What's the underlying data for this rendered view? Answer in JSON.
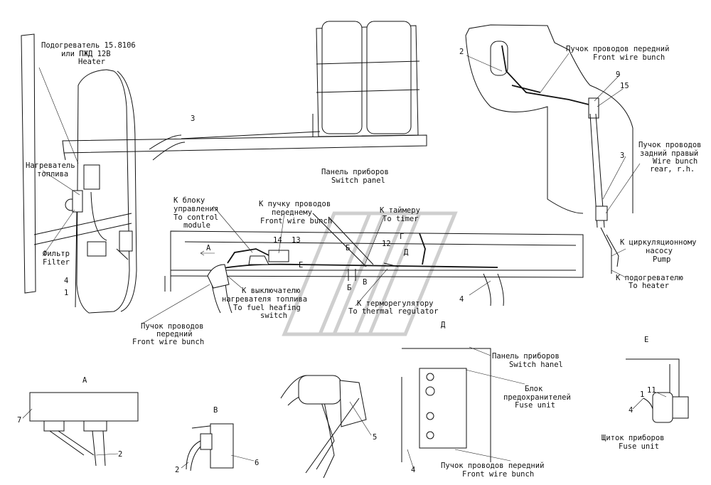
{
  "labels": {
    "heater_ru1": "Подогреватель 15.8106",
    "heater_ru2": "или ПЖД 12В",
    "heater_en": "Heater",
    "fuel_heater_ru1": "Нагреватель",
    "fuel_heater_ru2": "топлива",
    "filter_ru": "Фильтр",
    "filter_en": "Filter",
    "bunch_front_left_ru1": "Пучок проводов",
    "bunch_front_left_ru2": "передний",
    "bunch_front_left_en": "Front wire bunch",
    "to_control_ru1": "К блоку",
    "to_control_ru2": "управления",
    "to_control_en1": "To control",
    "to_control_en2": "module",
    "to_front_bunch_ru1": "К пучку проводов",
    "to_front_bunch_ru2": "переднему",
    "to_front_bunch_en": "Front wire bunch",
    "to_timer_ru": "К таймеру",
    "to_timer_en": "To timer",
    "switch_panel_top_ru": "Панель приборов",
    "switch_panel_top_en": "Switch panel",
    "to_switch_ru1": "К выключателю",
    "to_switch_ru2": "нагревателя топлива",
    "to_switch_en1": "To fuel heafing",
    "to_switch_en2": "switch",
    "to_thermo_ru": "К терморегулятору",
    "to_thermo_en": "To thermal regulator",
    "top_right_bunch_ru": "Пучок проводов передний",
    "top_right_bunch_en": "Front wire bunch",
    "rear_bunch_ru1": "Пучок проводов",
    "rear_bunch_ru2": "задний правый",
    "rear_bunch_en1": "Wire bunch",
    "rear_bunch_en2": "rear, r.h.",
    "to_pump_ru1": "К циркуляционному",
    "to_pump_ru2": "насосу",
    "to_pump_en": "Pump",
    "to_heater_ru": "К подогревателю",
    "to_heater_en": "To heater",
    "panel_bottom_ru": "Панель приборов",
    "panel_bottom_en": "Switch hanel",
    "fuse_ru1": "Блок",
    "fuse_ru2": "предохранителей",
    "fuse_en": "Fuse unit",
    "front_bunch_bottom_ru": "Пучок проводов передний",
    "front_bunch_bottom_en": "Front wire bunch",
    "shield_ru": "Щиток приборов",
    "shield_en": "Fuse unit"
  },
  "view_letters": {
    "a_arrow": "А",
    "b_top": "Б",
    "b_bottom": "Б",
    "v_arrow": "В",
    "g_arrow": "Г",
    "d_arrow": "Д",
    "e_arrow": "Е",
    "d_caption": "Д",
    "a_view": "А",
    "v_view": "В",
    "e_view": "Е"
  },
  "callouts": {
    "n3_left": "3",
    "n4_left": "4",
    "n1_left": "1",
    "n14": "14",
    "n13": "13",
    "n12": "12",
    "n4_mid": "4",
    "n2_top": "2",
    "n9": "9",
    "n15": "15",
    "n3_right": "3",
    "n7": "7",
    "n2_a": "2",
    "n2_v": "2",
    "n6": "6",
    "n5": "5",
    "n4_d": "4",
    "n11": "11",
    "n4_e": "4",
    "n1_e": "1"
  }
}
